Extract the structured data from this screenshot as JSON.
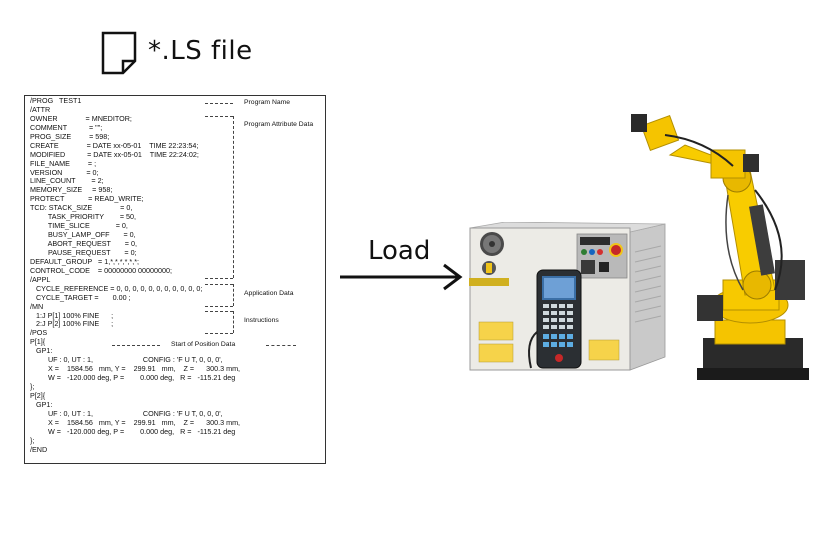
{
  "header": {
    "file_icon": "document-icon",
    "title": "*.LS file"
  },
  "code": {
    "lines": [
      "/PROG   TEST1",
      "/ATTR",
      "OWNER              = MNEDITOR;",
      "COMMENT           = \"\";",
      "PROG_SIZE         = 598;",
      "CREATE              = DATE xx-05-01    TIME 22:23:54;",
      "MODIFIED           = DATE xx-05-01    TIME 22:24:02;",
      "FILE_NAME         = ;",
      "VERSION            = 0;",
      "LINE_COUNT        = 2;",
      "MEMORY_SIZE     = 958;",
      "PROTECT            = READ_WRITE;",
      "TCD: STACK_SIZE              = 0,",
      "         TASK_PRIORITY        = 50,",
      "         TIME_SLICE             = 0,",
      "         BUSY_LAMP_OFF       = 0,",
      "         ABORT_REQUEST       = 0,",
      "         PAUSE_REQUEST       = 0;",
      "DEFAULT_GROUP   = 1,*,*,*,*,*,*;",
      "CONTROL_CODE    = 00000000 00000000;",
      "/APPL",
      "   CYCLE_REFERENCE = 0, 0, 0, 0, 0, 0, 0, 0, 0, 0, 0;",
      "   CYCLE_TARGET =       0.00 ;",
      "/MN",
      "   1:J P[1] 100% FINE      ;",
      "   2:J P[2] 100% FINE      ;",
      "/POS",
      "P[1]{",
      "   GP1:",
      "         UF : 0, UT : 1,                         CONFIG : 'F U T, 0, 0, 0',",
      "         X =    1584.56   mm, Y =    299.91   mm,    Z =      300.3 mm,",
      "         W =   -120.000 deg, P =        0.000 deg,   R =   -115.21 deg",
      "};",
      "P[2]{",
      "   GP1:",
      "         UF : 0, UT : 1,                         CONFIG : 'F U T, 0, 0, 0',",
      "         X =    1584.56   mm, Y =    299.91   mm,    Z =      300.3 mm,",
      "         W =   -120.000 deg, P =        0.000 deg,   R =   -115.21 deg",
      "};",
      "/END"
    ]
  },
  "annotations": {
    "program_name": "Program Name",
    "program_attribute_data": "Program Attribute Data",
    "application_data": "Application Data",
    "instructions": "Instructions",
    "start_of_position_data": "Start of Position Data"
  },
  "load": {
    "label": "Load",
    "arrow_icon": "right-arrow-icon"
  },
  "images": {
    "controller": "robot-controller-with-teach-pendant",
    "robot": "yellow-industrial-robot-arm"
  }
}
